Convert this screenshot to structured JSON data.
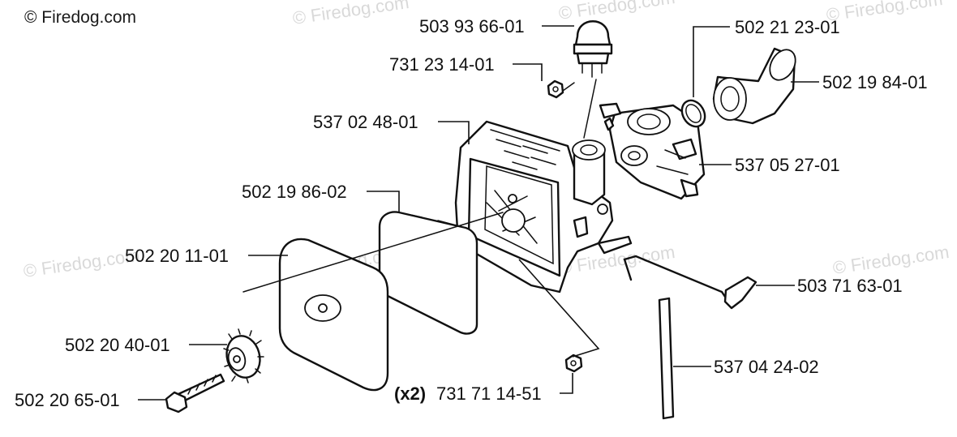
{
  "watermarks": {
    "corner": "© Firedog.com",
    "repeat": "© Firedog.com"
  },
  "callouts": {
    "primer_bulb": "503 93 66-01",
    "nut_top": "731 23 14-01",
    "air_filter_housing": "537 02 48-01",
    "prefilter": "502 19 86-02",
    "filter_cover": "502 20 11-01",
    "knob": "502 20 40-01",
    "screw": "502 20 65-01",
    "nut_bottom_qty": "(x2)",
    "nut_bottom": "731 71 14-51",
    "gasket": "502 21 23-01",
    "intake_adapter": "502 19 84-01",
    "carburetor": "537 05 27-01",
    "choke_link": "503 71 63-01",
    "fuel_hose": "537 04 24-02"
  }
}
